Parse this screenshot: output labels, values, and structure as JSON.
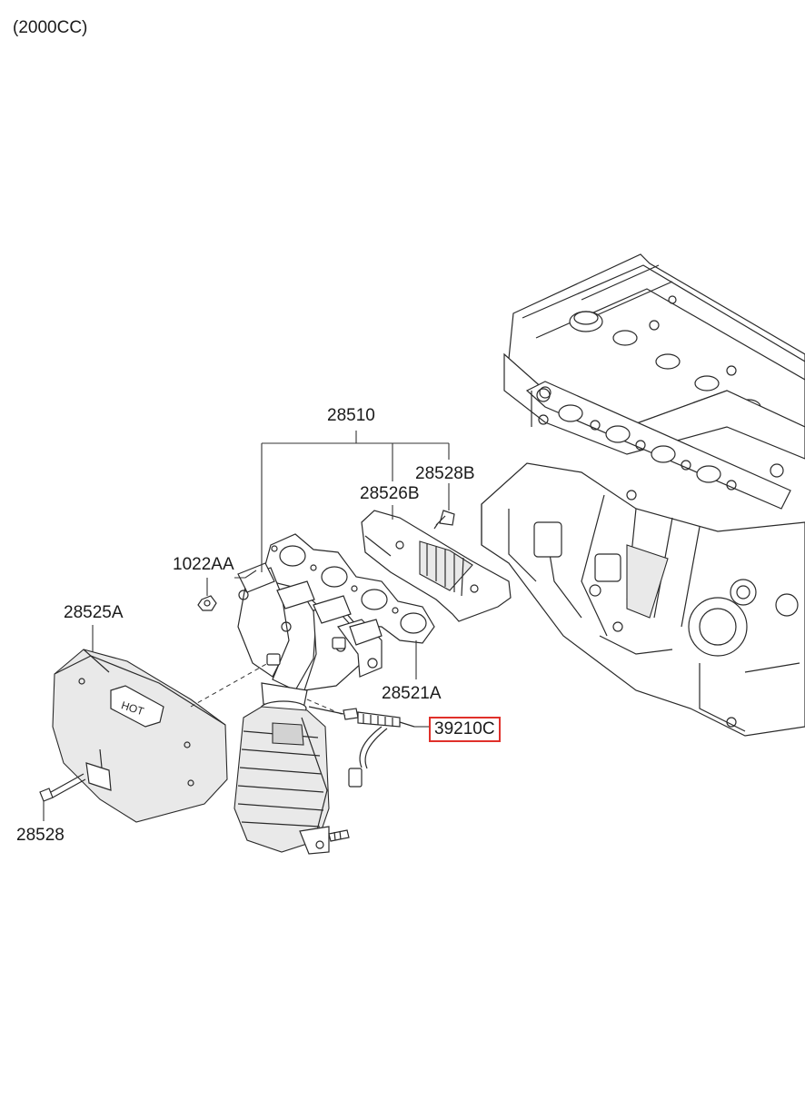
{
  "diagram": {
    "variant": "(2000CC)",
    "callouts": {
      "manifold_assembly": "28510",
      "stud_bolt_b": "28528B",
      "heat_protector_b": "28526B",
      "nut": "1022AA",
      "heat_protector_a": "28525A",
      "gasket": "28521A",
      "oxygen_sensor": "39210C",
      "bolt": "28528"
    },
    "highlight_color": "#e0302a",
    "heat_shield_marking": "HOT"
  }
}
